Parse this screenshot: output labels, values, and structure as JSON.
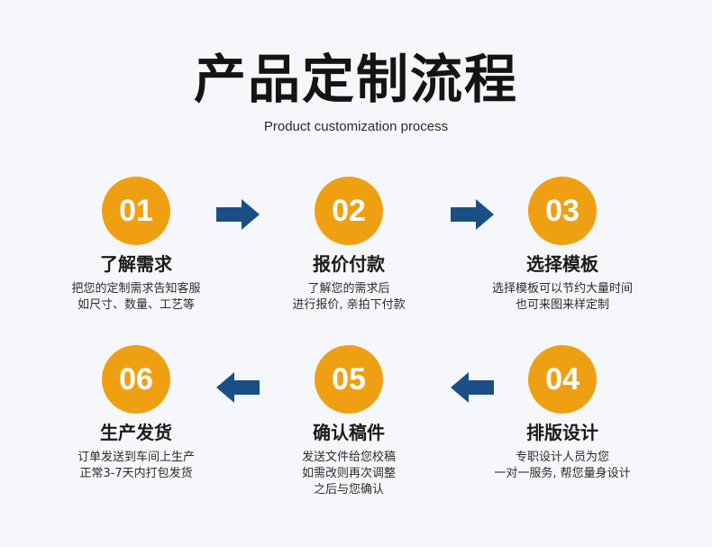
{
  "title": "产品定制流程",
  "subtitle": "Product customization process",
  "colors": {
    "circle": "#efa012",
    "arrow": "#1a4f86",
    "text": "#1a1a1a"
  },
  "steps": [
    {
      "number": "01",
      "title": "了解需求",
      "desc": [
        "把您的定制需求告知客服",
        "如尺寸、数量、工艺等"
      ]
    },
    {
      "number": "02",
      "title": "报价付款",
      "desc": [
        "了解您的需求后",
        "进行报价, 亲拍下付款"
      ]
    },
    {
      "number": "03",
      "title": "选择模板",
      "desc": [
        "选择模板可以节约大量时间",
        "也可来图来样定制"
      ]
    },
    {
      "number": "04",
      "title": "排版设计",
      "desc": [
        "专职设计人员为您",
        "一对一服务, 帮您量身设计"
      ]
    },
    {
      "number": "05",
      "title": "确认稿件",
      "desc": [
        "发送文件给您校稿",
        "如需改则再次调整",
        "之后与您确认"
      ]
    },
    {
      "number": "06",
      "title": "生产发货",
      "desc": [
        "订单发送到车间上生产",
        "正常3-7天内打包发货"
      ]
    }
  ],
  "arrows": [
    {
      "from": "01",
      "to": "02",
      "direction": "right",
      "icon": "arrow-right-icon"
    },
    {
      "from": "02",
      "to": "03",
      "direction": "right",
      "icon": "arrow-right-icon"
    },
    {
      "from": "04",
      "to": "05",
      "direction": "left",
      "icon": "arrow-left-icon"
    },
    {
      "from": "05",
      "to": "06",
      "direction": "left",
      "icon": "arrow-left-icon"
    }
  ]
}
